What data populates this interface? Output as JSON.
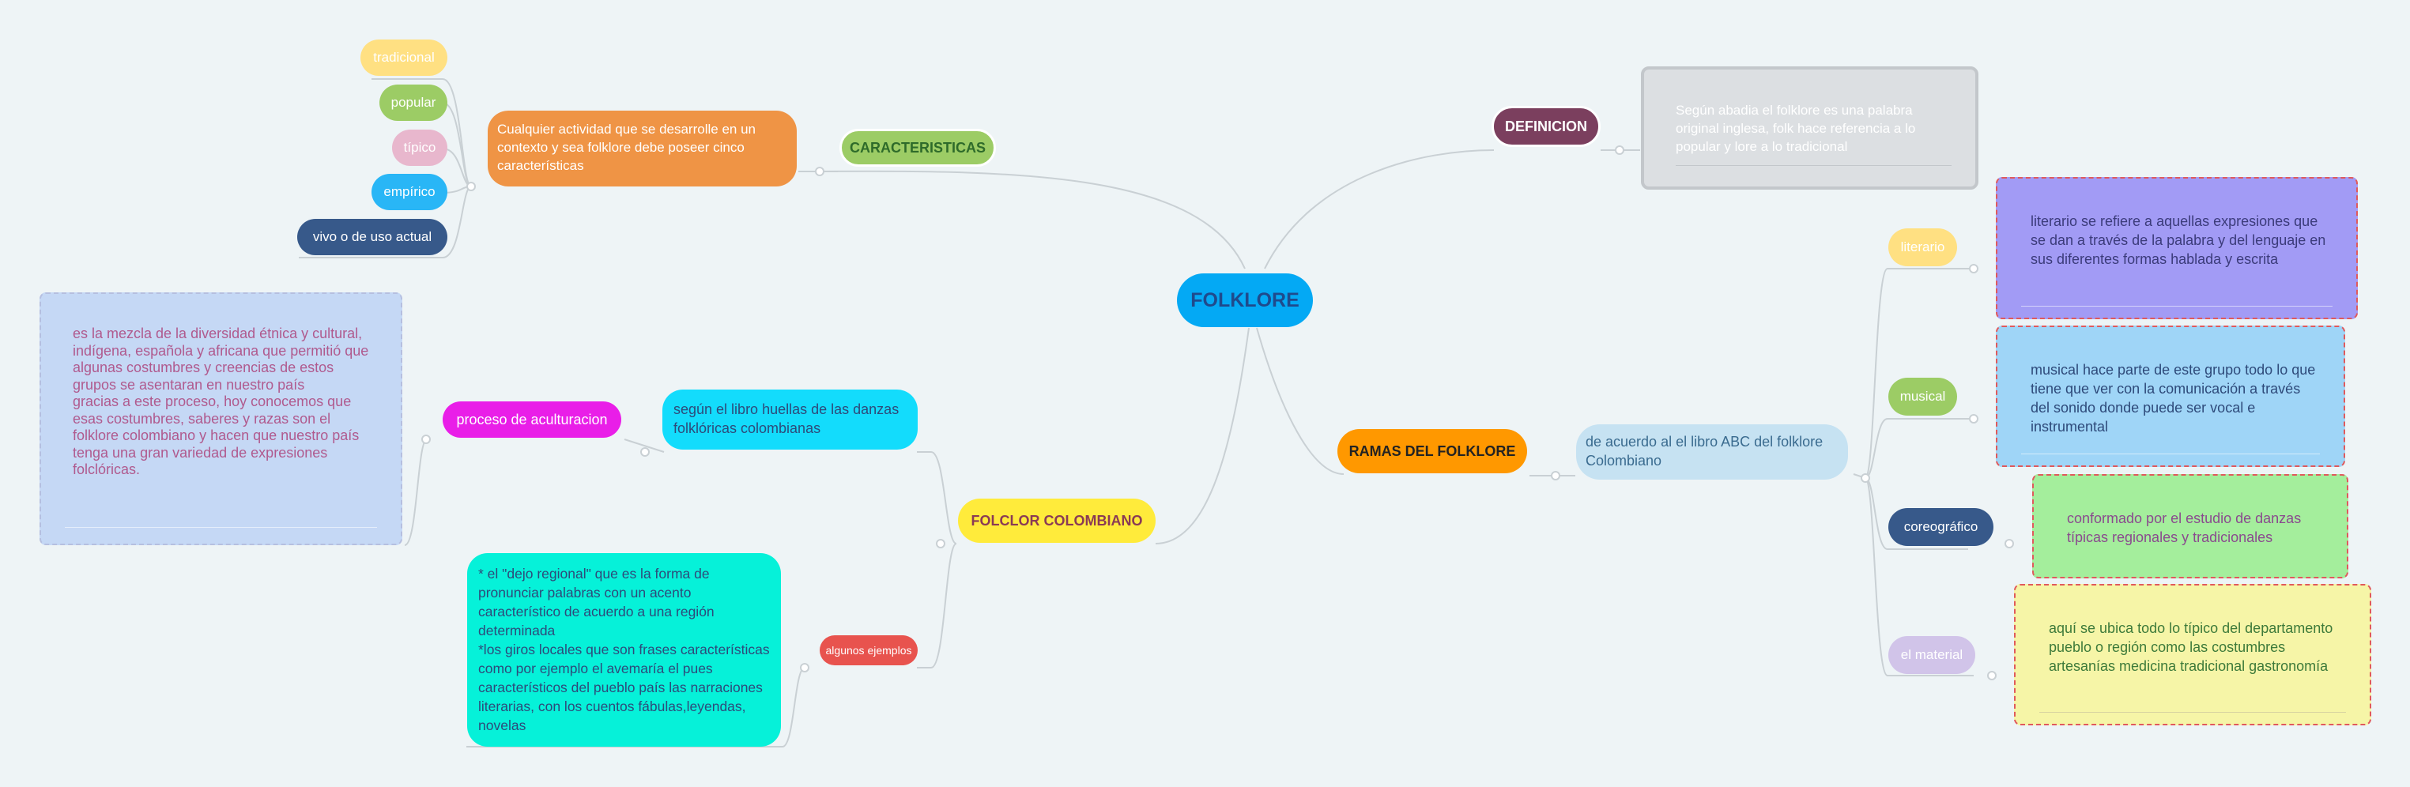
{
  "central": "FOLKLORE",
  "caracteristicas": {
    "label": "CARACTERISTICAS",
    "description": "Cualquier actividad que se desarrolle en un contexto y sea  folklore debe poseer   cinco características",
    "items": [
      "tradicional",
      "popular",
      "típico",
      "empírico",
      "vivo o de uso actual"
    ]
  },
  "definicion": {
    "label": "DEFINICION",
    "text": "Según abadia  el folklore es una palabra original inglesa, folk  hace referencia a lo popular y lore a lo tradicional"
  },
  "ramas": {
    "label": "RAMAS DEL FOLKLORE",
    "source": "de acuerdo al  el libro ABC del folklore Colombiano",
    "branches": [
      {
        "label": "literario",
        "text": "literario se refiere a aquellas expresiones que se dan a través de la palabra y del lenguaje en sus diferentes formas hablada y escrita"
      },
      {
        "label": "musical",
        "text": "musical hace parte de este grupo todo lo que tiene que ver con la comunicación a través del sonido donde puede ser vocal e instrumental"
      },
      {
        "label": "coreográfico",
        "text": "conformado por el estudio de danzas típicas regionales y tradicionales"
      },
      {
        "label": "el material",
        "text": "aquí se ubica todo lo típico del departamento pueblo o región como las costumbres artesanías medicina tradicional gastronomía"
      }
    ]
  },
  "folclor": {
    "label": "FOLCLOR COLOMBIANO",
    "source": "según el libro huellas de las danzas folklóricas colombianas",
    "process": "proceso de aculturacion",
    "process_text": "es la  mezcla de  la diversidad étnica y cultural, indígena, española y africana que permitió que algunas costumbres y creencias de estos grupos se asentaran en nuestro país\ngracias a este proceso, hoy conocemos  que esas costumbres, saberes y razas son el folklore colombiano y hacen que nuestro país tenga una gran variedad de expresiones folclóricas.",
    "examples_label": "algunos ejemplos",
    "examples_text": "* el \"dejo regional\" que es la forma de pronunciar palabras con un acento característico de acuerdo a una región determinada\n*los giros locales que son frases características como por ejemplo el avemaría el pues característicos del pueblo país las narraciones literarias, con los cuentos fábulas,leyendas,  novelas"
  },
  "colors": {
    "background": "#eef4f6",
    "central": "#04a9f4",
    "caracteristicas": "#9ccc65",
    "definicion": "#7b3f5e",
    "ramas": "#ff9800",
    "folclor": "#ffeb3b"
  }
}
